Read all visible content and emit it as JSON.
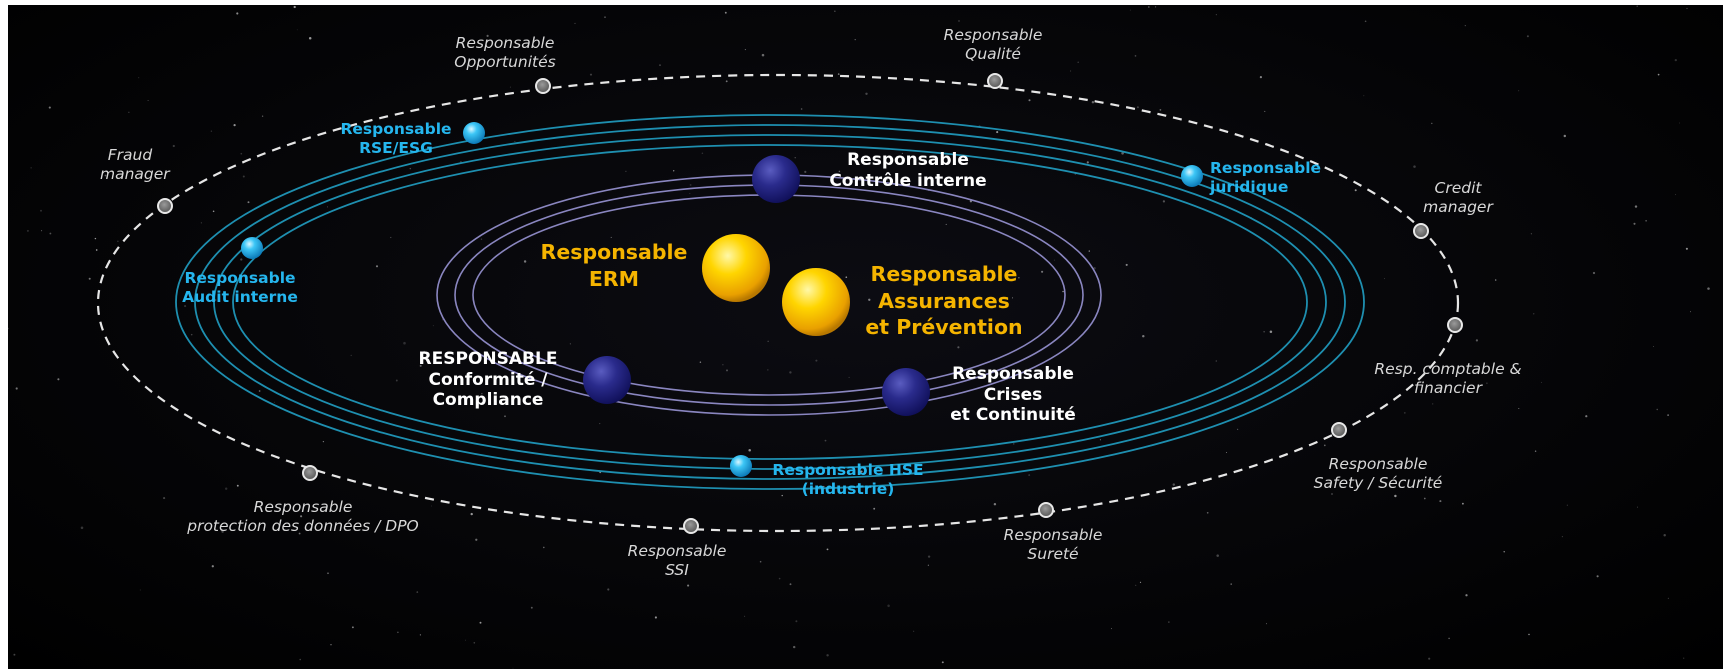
{
  "colors": {
    "background": "#000000",
    "outer_orbit": "#e6e6e6",
    "middle_orbit": "#1e8fb0",
    "inner_orbit": "#8a86c0",
    "outer_text": "#d8d8d8",
    "middle_text": "#25b6ee",
    "inner_text": "#ffffff",
    "core_text": "#f5b400"
  },
  "core": [
    {
      "id": "erm",
      "lines": [
        "Responsable",
        "ERM"
      ],
      "icon": "gold-sphere"
    },
    {
      "id": "assurances",
      "lines": [
        "Responsable",
        "Assurances",
        "et  Prévention"
      ],
      "icon": "gold-sphere"
    }
  ],
  "inner_ring": [
    {
      "id": "controle-interne",
      "lines": [
        "Responsable",
        "Contrôle interne"
      ],
      "icon": "navy-sphere"
    },
    {
      "id": "conformite",
      "lines": [
        "RESPONSABLE",
        "Conformité /",
        "Compliance"
      ],
      "icon": "navy-sphere"
    },
    {
      "id": "crises",
      "lines": [
        "Responsable",
        "Crises",
        "et Continuité"
      ],
      "icon": "navy-sphere"
    }
  ],
  "middle_ring": [
    {
      "id": "rse-esg",
      "lines": [
        "Responsable",
        "RSE/ESG"
      ],
      "icon": "blue-sphere"
    },
    {
      "id": "juridique",
      "lines": [
        "Responsable",
        "juridique"
      ],
      "icon": "blue-sphere"
    },
    {
      "id": "audit-interne",
      "lines": [
        "Responsable",
        "Audit interne"
      ],
      "icon": "blue-sphere"
    },
    {
      "id": "hse",
      "lines": [
        "Responsable HSE",
        "(industrie)"
      ],
      "icon": "blue-sphere"
    }
  ],
  "outer_ring": [
    {
      "id": "opportunites",
      "lines": [
        "Responsable",
        "Opportunités"
      ],
      "icon": "grey-node"
    },
    {
      "id": "qualite",
      "lines": [
        "Responsable",
        "Qualité"
      ],
      "icon": "grey-node"
    },
    {
      "id": "fraud",
      "lines": [
        "Fraud",
        "manager"
      ],
      "icon": "grey-node"
    },
    {
      "id": "credit",
      "lines": [
        "Credit",
        "manager"
      ],
      "icon": "grey-node"
    },
    {
      "id": "comptable",
      "lines": [
        "Resp. comptable &",
        "financier"
      ],
      "icon": "grey-node"
    },
    {
      "id": "safety",
      "lines": [
        "Responsable",
        "Safety / Sécurité"
      ],
      "icon": "grey-node"
    },
    {
      "id": "surete",
      "lines": [
        "Responsable",
        "Sureté"
      ],
      "icon": "grey-node"
    },
    {
      "id": "ssi",
      "lines": [
        "Responsable",
        "SSI"
      ],
      "icon": "grey-node"
    },
    {
      "id": "dpo",
      "lines": [
        "Responsable",
        "protection des données / DPO"
      ],
      "icon": "grey-node"
    }
  ]
}
